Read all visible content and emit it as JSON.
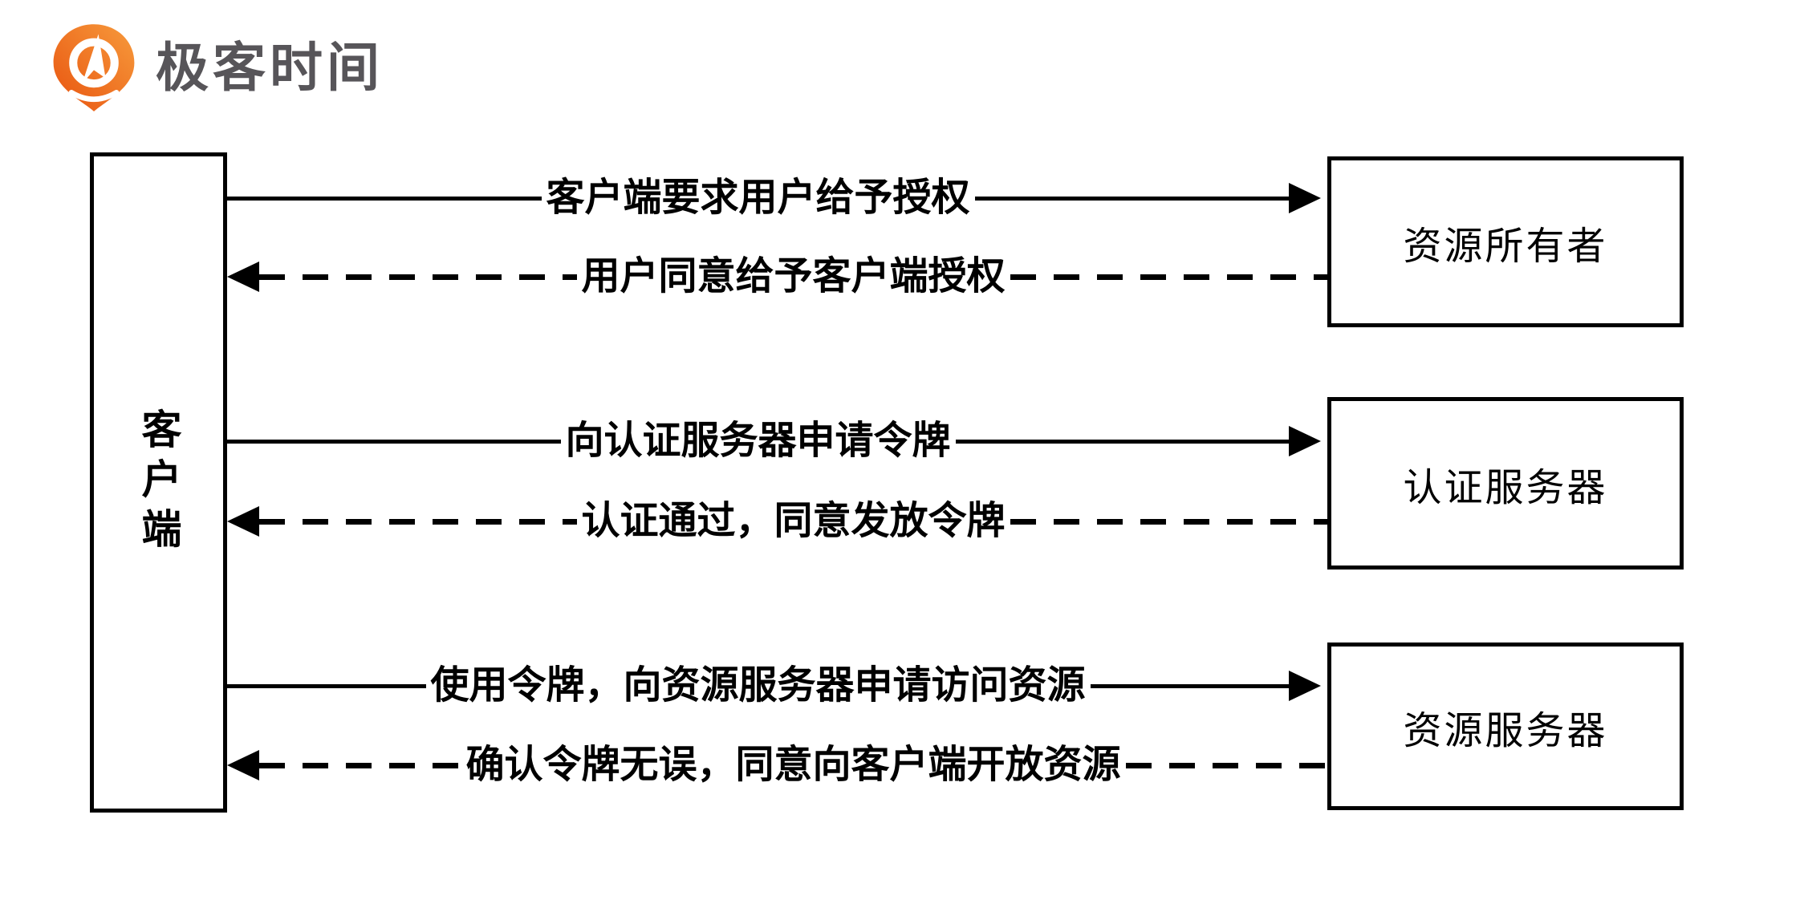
{
  "brand": {
    "name": "极客时间",
    "icon": "geektime-pin-logo",
    "text_color": "#575559",
    "orange_dark": "#e8530f",
    "orange_light": "#f79b3c"
  },
  "diagram": {
    "client": {
      "label": "客户端"
    },
    "servers": [
      {
        "label": "资源所有者"
      },
      {
        "label": "认证服务器"
      },
      {
        "label": "资源服务器"
      }
    ],
    "flows": [
      {
        "label": "客户端要求用户给予授权",
        "style": "solid",
        "direction": "right",
        "from": "客户端",
        "to": "资源所有者"
      },
      {
        "label": "用户同意给予客户端授权",
        "style": "dashed",
        "direction": "left",
        "from": "资源所有者",
        "to": "客户端"
      },
      {
        "label": "向认证服务器申请令牌",
        "style": "solid",
        "direction": "right",
        "from": "客户端",
        "to": "认证服务器"
      },
      {
        "label": "认证通过，同意发放令牌",
        "style": "dashed",
        "direction": "left",
        "from": "认证服务器",
        "to": "客户端"
      },
      {
        "label": "使用令牌，向资源服务器申请访问资源",
        "style": "solid",
        "direction": "right",
        "from": "客户端",
        "to": "资源服务器"
      },
      {
        "label": "确认令牌无误，同意向客户端开放资源",
        "style": "dashed",
        "direction": "left",
        "from": "资源服务器",
        "to": "客户端"
      }
    ],
    "line_color": "#000000",
    "background": "#ffffff"
  }
}
